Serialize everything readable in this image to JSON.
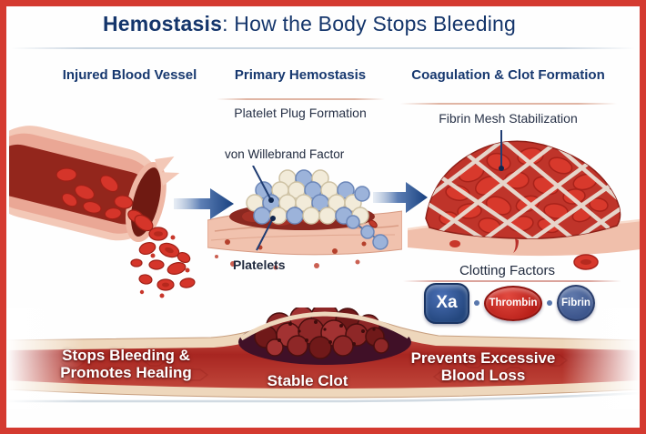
{
  "title": {
    "emphasis": "Hemostasis",
    "rest": ": How the Body Stops Bleeding"
  },
  "sections": {
    "injured_vessel": {
      "header": "Injured Blood Vessel"
    },
    "primary_hemostasis": {
      "header": "Primary Hemostasis",
      "subheader": "Platelet Plug Formation",
      "labels": {
        "vwf": "von Willebrand Factor",
        "platelets": "Platelets"
      }
    },
    "coagulation": {
      "header": "Coagulation & Clot Formation",
      "subheader": "Fibrin Mesh Stabilization",
      "clotting_factors": {
        "title": "Clotting Factors",
        "items": [
          {
            "label": "Xa",
            "shape": "rounded-square",
            "color": "#2b4d96"
          },
          {
            "label": "Thrombin",
            "shape": "ellipse",
            "color": "#c32019"
          },
          {
            "label": "Fibrin",
            "shape": "circle",
            "color": "#45598c"
          }
        ]
      }
    }
  },
  "banner": {
    "left": {
      "line1": "Stops Bleeding &",
      "line2": "Promotes Healing"
    },
    "center_label": "Stable Clot",
    "right": {
      "line1": "Prevents Excessive",
      "line2": "Blood Loss"
    }
  },
  "colors": {
    "frame": "#d43a30",
    "heading_navy": "#17386f",
    "banner_red": "#a82621",
    "arrow_blue": "#1c4792"
  }
}
